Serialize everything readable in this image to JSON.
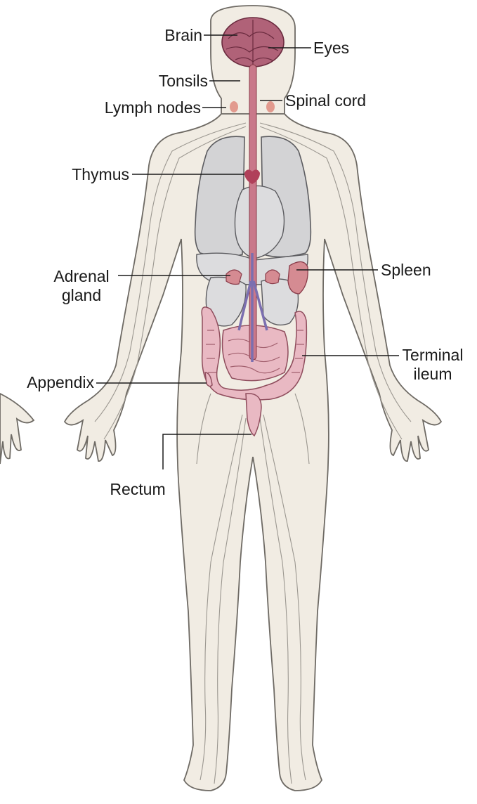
{
  "labels": {
    "brain": "Brain",
    "eyes": "Eyes",
    "tonsils": "Tonsils",
    "lymph_nodes": "Lymph nodes",
    "spinal_cord": "Spinal cord",
    "thymus": "Thymus",
    "adrenal_gland": [
      "Adrenal",
      "gland"
    ],
    "spleen": "Spleen",
    "terminal_ileum": [
      "Terminal",
      "ileum"
    ],
    "appendix": "Appendix",
    "rectum": "Rectum"
  },
  "colors": {
    "skin": "#f1ece3",
    "outline": "#6e6a64",
    "organs": "#d3d3d5",
    "brain": "#b06278",
    "spinal_cord": "#c9788a",
    "intestine": "#e9b9c3",
    "aorta": "#7b6fb0"
  }
}
